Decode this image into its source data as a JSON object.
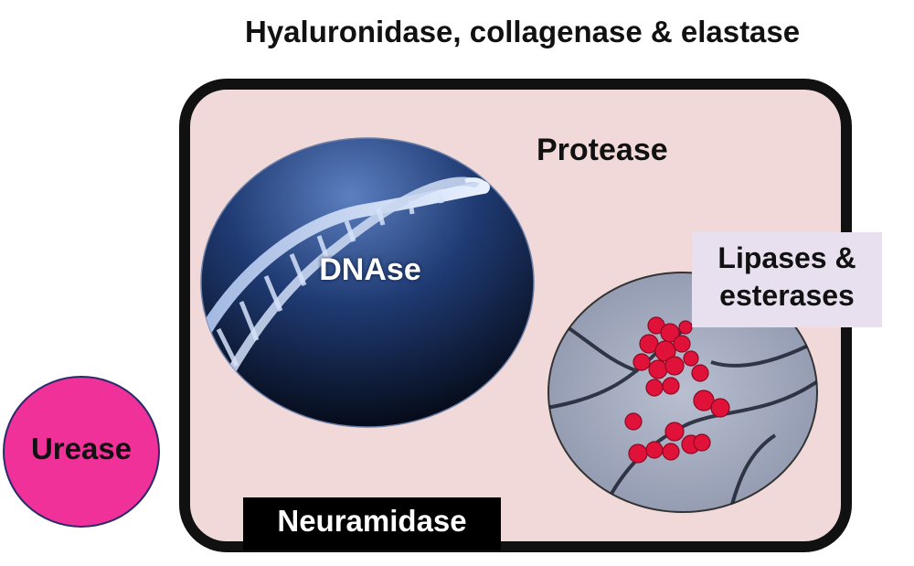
{
  "title": "Hyaluronidase, collagenase & elastase",
  "protease": "Protease",
  "dnase": "DNAse",
  "lipases": "Lipases & esterases",
  "neuramidase": "Neuramidase",
  "urease": "Urease",
  "colors": {
    "box_fill": "#f1d9d9",
    "box_border": "#111111",
    "urease_fill": "#f0319a",
    "urease_border": "#2b2b6b",
    "dna_bg_top": "#3a5fa0",
    "dna_bg_bottom": "#050a18",
    "lipase_box": "#e8e0ee",
    "cell_red": "#e0123a"
  }
}
